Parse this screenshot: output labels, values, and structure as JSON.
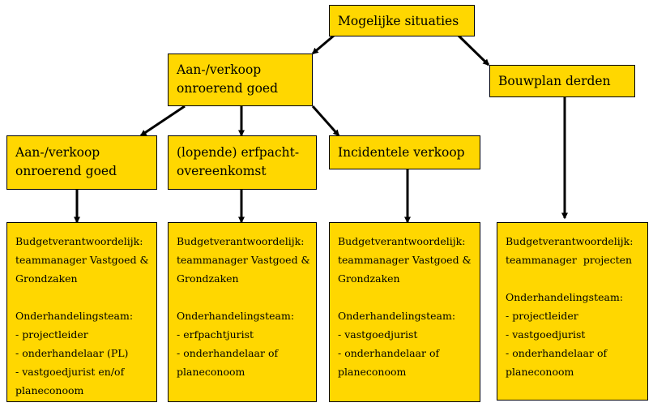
{
  "root": {
    "label": "Mogelijke situaties"
  },
  "level1": {
    "aan_verkoop": {
      "lines": [
        "Aan-/verkoop",
        "onroerend goed"
      ]
    },
    "bouwplan": {
      "label": "Bouwplan derden"
    }
  },
  "level2": [
    {
      "lines": [
        "Aan-/verkoop",
        "onroerend goed"
      ]
    },
    {
      "lines": [
        "(lopende) erfpacht-",
        "overeenkomst"
      ]
    },
    {
      "lines": [
        "Incidentele verkoop"
      ]
    }
  ],
  "details": [
    {
      "budget_lines": [
        "Budgetverantwoordelijk:",
        "teammanager Vastgoed &",
        "Grondzaken"
      ],
      "team_lines": [
        "Onderhandelingsteam:",
        "- projectleider",
        "- onderhandelaar (PL)",
        "- vastgoedjurist en/of",
        "planeconoom"
      ]
    },
    {
      "budget_lines": [
        "Budgetverantwoordelijk:",
        "teammanager Vastgoed &",
        "Grondzaken"
      ],
      "team_lines": [
        "Onderhandelingsteam:",
        "- erfpachtjurist",
        "- onderhandelaar of",
        "planeconoom"
      ]
    },
    {
      "budget_lines": [
        "Budgetverantwoordelijk:",
        "teammanager Vastgoed &",
        "Grondzaken"
      ],
      "team_lines": [
        "Onderhandelingsteam:",
        "- vastgoedjurist",
        "- onderhandelaar of",
        "planeconoom"
      ]
    },
    {
      "budget_lines": [
        "Budgetverantwoordelijk:",
        "teammanager  projecten"
      ],
      "team_lines": [
        "Onderhandelingsteam:",
        "- projectleider",
        "- vastgoedjurist",
        "- onderhandelaar of",
        "planeconoom"
      ]
    }
  ],
  "colors": {
    "box_fill": "#FFD700",
    "stroke": "#000000"
  }
}
